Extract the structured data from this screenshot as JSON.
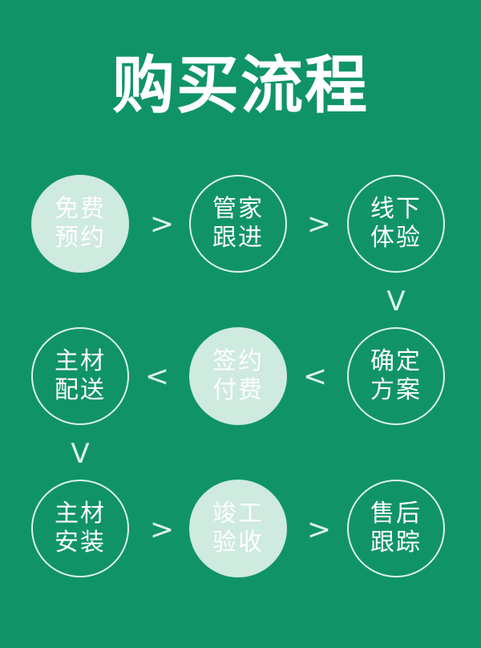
{
  "title": "购买流程",
  "arrows": {
    "right": ">",
    "left": "<",
    "down": "V"
  },
  "steps": [
    {
      "line1": "免费",
      "line2": "预约",
      "filled": true
    },
    {
      "line1": "管家",
      "line2": "跟进",
      "filled": false
    },
    {
      "line1": "线下",
      "line2": "体验",
      "filled": false
    },
    {
      "line1": "确定",
      "line2": "方案",
      "filled": false
    },
    {
      "line1": "签约",
      "line2": "付费",
      "filled": true
    },
    {
      "line1": "主材",
      "line2": "配送",
      "filled": false
    },
    {
      "line1": "主材",
      "line2": "安装",
      "filled": false
    },
    {
      "line1": "竣工",
      "line2": "验收",
      "filled": true
    },
    {
      "line1": "售后",
      "line2": "跟踪",
      "filled": false
    }
  ]
}
